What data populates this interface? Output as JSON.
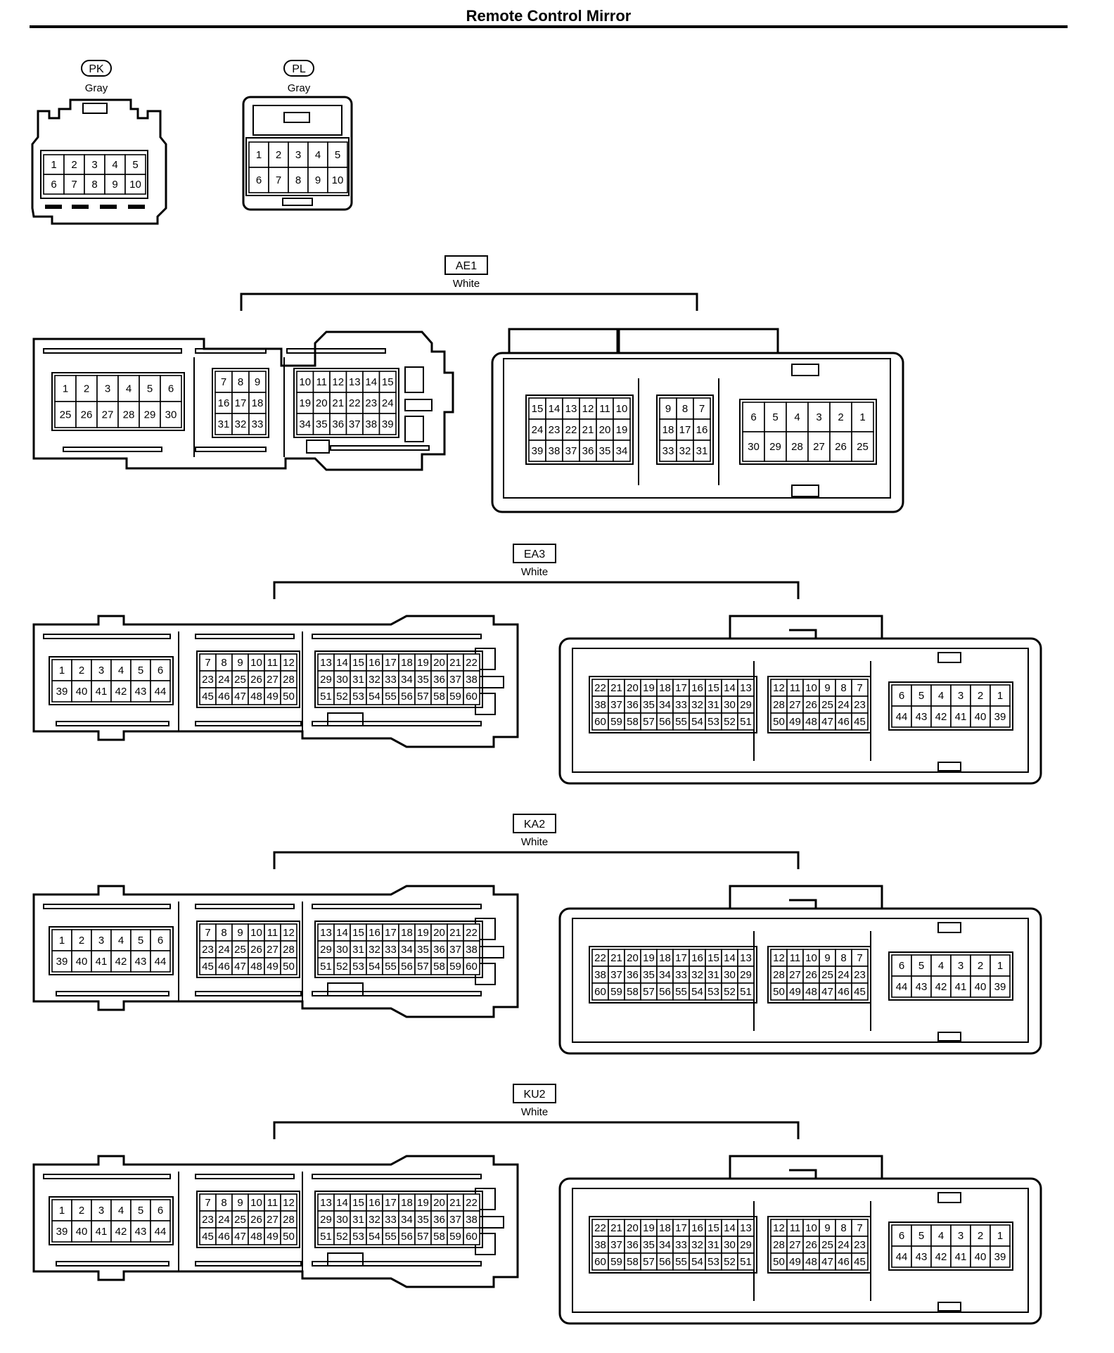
{
  "page": {
    "title": "Remote Control Mirror"
  },
  "connectors": {
    "PK": {
      "label": "PK",
      "color": "Gray",
      "pins": [
        [
          "1",
          "2",
          "3",
          "4",
          "5"
        ],
        [
          "6",
          "7",
          "8",
          "9",
          "10"
        ]
      ]
    },
    "PL": {
      "label": "PL",
      "color": "Gray",
      "pins": [
        [
          "1",
          "2",
          "3",
          "4",
          "5"
        ],
        [
          "6",
          "7",
          "8",
          "9",
          "10"
        ]
      ]
    },
    "AE1": {
      "label": "AE1",
      "color": "White",
      "male": [
        [
          [
            "1",
            "2",
            "3",
            "4",
            "5",
            "6"
          ],
          [
            "25",
            "26",
            "27",
            "28",
            "29",
            "30"
          ]
        ],
        [
          [
            "7",
            "8",
            "9"
          ],
          [
            "16",
            "17",
            "18"
          ],
          [
            "31",
            "32",
            "33"
          ]
        ],
        [
          [
            "10",
            "11",
            "12",
            "13",
            "14",
            "15"
          ],
          [
            "19",
            "20",
            "21",
            "22",
            "23",
            "24"
          ],
          [
            "34",
            "35",
            "36",
            "37",
            "38",
            "39"
          ]
        ]
      ],
      "female": [
        [
          [
            "15",
            "14",
            "13",
            "12",
            "11",
            "10"
          ],
          [
            "24",
            "23",
            "22",
            "21",
            "20",
            "19"
          ],
          [
            "39",
            "38",
            "37",
            "36",
            "35",
            "34"
          ]
        ],
        [
          [
            "9",
            "8",
            "7"
          ],
          [
            "18",
            "17",
            "16"
          ],
          [
            "33",
            "32",
            "31"
          ]
        ],
        [
          [
            "6",
            "5",
            "4",
            "3",
            "2",
            "1"
          ],
          [
            "30",
            "29",
            "28",
            "27",
            "26",
            "25"
          ]
        ]
      ]
    },
    "EA3": {
      "label": "EA3",
      "color": "White",
      "male": [
        [
          [
            "1",
            "2",
            "3",
            "4",
            "5",
            "6"
          ],
          [
            "39",
            "40",
            "41",
            "42",
            "43",
            "44"
          ]
        ],
        [
          [
            "7",
            "8",
            "9",
            "10",
            "11",
            "12"
          ],
          [
            "23",
            "24",
            "25",
            "26",
            "27",
            "28"
          ],
          [
            "45",
            "46",
            "47",
            "48",
            "49",
            "50"
          ]
        ],
        [
          [
            "13",
            "14",
            "15",
            "16",
            "17",
            "18",
            "19",
            "20",
            "21",
            "22"
          ],
          [
            "29",
            "30",
            "31",
            "32",
            "33",
            "34",
            "35",
            "36",
            "37",
            "38"
          ],
          [
            "51",
            "52",
            "53",
            "54",
            "55",
            "56",
            "57",
            "58",
            "59",
            "60"
          ]
        ]
      ],
      "female": [
        [
          [
            "22",
            "21",
            "20",
            "19",
            "18",
            "17",
            "16",
            "15",
            "14",
            "13"
          ],
          [
            "38",
            "37",
            "36",
            "35",
            "34",
            "33",
            "32",
            "31",
            "30",
            "29"
          ],
          [
            "60",
            "59",
            "58",
            "57",
            "56",
            "55",
            "54",
            "53",
            "52",
            "51"
          ]
        ],
        [
          [
            "12",
            "11",
            "10",
            "9",
            "8",
            "7"
          ],
          [
            "28",
            "27",
            "26",
            "25",
            "24",
            "23"
          ],
          [
            "50",
            "49",
            "48",
            "47",
            "46",
            "45"
          ]
        ],
        [
          [
            "6",
            "5",
            "4",
            "3",
            "2",
            "1"
          ],
          [
            "44",
            "43",
            "42",
            "41",
            "40",
            "39"
          ]
        ]
      ]
    },
    "KA2": {
      "label": "KA2",
      "color": "White",
      "male": [
        [
          [
            "1",
            "2",
            "3",
            "4",
            "5",
            "6"
          ],
          [
            "39",
            "40",
            "41",
            "42",
            "43",
            "44"
          ]
        ],
        [
          [
            "7",
            "8",
            "9",
            "10",
            "11",
            "12"
          ],
          [
            "23",
            "24",
            "25",
            "26",
            "27",
            "28"
          ],
          [
            "45",
            "46",
            "47",
            "48",
            "49",
            "50"
          ]
        ],
        [
          [
            "13",
            "14",
            "15",
            "16",
            "17",
            "18",
            "19",
            "20",
            "21",
            "22"
          ],
          [
            "29",
            "30",
            "31",
            "32",
            "33",
            "34",
            "35",
            "36",
            "37",
            "38"
          ],
          [
            "51",
            "52",
            "53",
            "54",
            "55",
            "56",
            "57",
            "58",
            "59",
            "60"
          ]
        ]
      ],
      "female": [
        [
          [
            "22",
            "21",
            "20",
            "19",
            "18",
            "17",
            "16",
            "15",
            "14",
            "13"
          ],
          [
            "38",
            "37",
            "36",
            "35",
            "34",
            "33",
            "32",
            "31",
            "30",
            "29"
          ],
          [
            "60",
            "59",
            "58",
            "57",
            "56",
            "55",
            "54",
            "53",
            "52",
            "51"
          ]
        ],
        [
          [
            "12",
            "11",
            "10",
            "9",
            "8",
            "7"
          ],
          [
            "28",
            "27",
            "26",
            "25",
            "24",
            "23"
          ],
          [
            "50",
            "49",
            "48",
            "47",
            "46",
            "45"
          ]
        ],
        [
          [
            "6",
            "5",
            "4",
            "3",
            "2",
            "1"
          ],
          [
            "44",
            "43",
            "42",
            "41",
            "40",
            "39"
          ]
        ]
      ]
    },
    "KU2": {
      "label": "KU2",
      "color": "White",
      "male": [
        [
          [
            "1",
            "2",
            "3",
            "4",
            "5",
            "6"
          ],
          [
            "39",
            "40",
            "41",
            "42",
            "43",
            "44"
          ]
        ],
        [
          [
            "7",
            "8",
            "9",
            "10",
            "11",
            "12"
          ],
          [
            "23",
            "24",
            "25",
            "26",
            "27",
            "28"
          ],
          [
            "45",
            "46",
            "47",
            "48",
            "49",
            "50"
          ]
        ],
        [
          [
            "13",
            "14",
            "15",
            "16",
            "17",
            "18",
            "19",
            "20",
            "21",
            "22"
          ],
          [
            "29",
            "30",
            "31",
            "32",
            "33",
            "34",
            "35",
            "36",
            "37",
            "38"
          ],
          [
            "51",
            "52",
            "53",
            "54",
            "55",
            "56",
            "57",
            "58",
            "59",
            "60"
          ]
        ]
      ],
      "female": [
        [
          [
            "22",
            "21",
            "20",
            "19",
            "18",
            "17",
            "16",
            "15",
            "14",
            "13"
          ],
          [
            "38",
            "37",
            "36",
            "35",
            "34",
            "33",
            "32",
            "31",
            "30",
            "29"
          ],
          [
            "60",
            "59",
            "58",
            "57",
            "56",
            "55",
            "54",
            "53",
            "52",
            "51"
          ]
        ],
        [
          [
            "12",
            "11",
            "10",
            "9",
            "8",
            "7"
          ],
          [
            "28",
            "27",
            "26",
            "25",
            "24",
            "23"
          ],
          [
            "50",
            "49",
            "48",
            "47",
            "46",
            "45"
          ]
        ],
        [
          [
            "6",
            "5",
            "4",
            "3",
            "2",
            "1"
          ],
          [
            "44",
            "43",
            "42",
            "41",
            "40",
            "39"
          ]
        ]
      ]
    }
  }
}
